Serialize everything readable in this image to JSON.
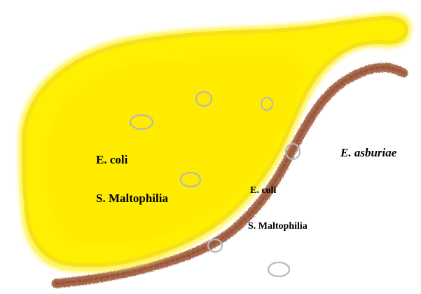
{
  "colors": {
    "background": "#ffffff",
    "vesicle_fill": "#ffef00",
    "vesicle_halo": "#fff45a",
    "vesicle_rim": "#f6e21c",
    "mucosa": "#a9684c",
    "mucosa_dark": "#8a4b34",
    "bubble_outline": "#b8b8b8"
  },
  "labels": {
    "inner_ecoli": "E. coli",
    "inner_smaltophilia": "S. Maltophilia",
    "outer_ecoli": "E. coli",
    "outer_smaltophilia": "S. Maltophilia",
    "outer_easburiae": "E. asburiae"
  }
}
